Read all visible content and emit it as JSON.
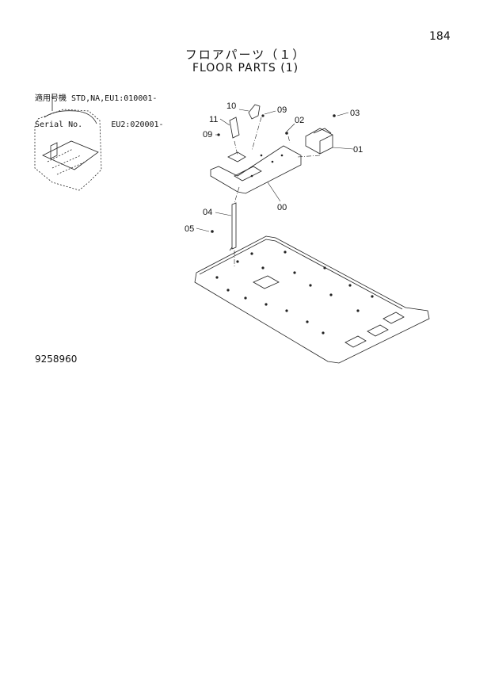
{
  "page_number": "184",
  "title_jp": "フロアパーツ（１）",
  "title_en": "FLOOR PARTS (1)",
  "serial": {
    "line1_label": "適用号機",
    "line1_value": "STD,NA,EU1:010001-",
    "line2_label": "Serial No.",
    "line2_value": "EU2:020001-"
  },
  "callouts": {
    "c00": "00",
    "c01": "01",
    "c02": "02",
    "c03": "03",
    "c04": "04",
    "c05": "05",
    "c09a": "09",
    "c09b": "09",
    "c10": "10",
    "c11": "11"
  },
  "drawing_id": "9258960"
}
